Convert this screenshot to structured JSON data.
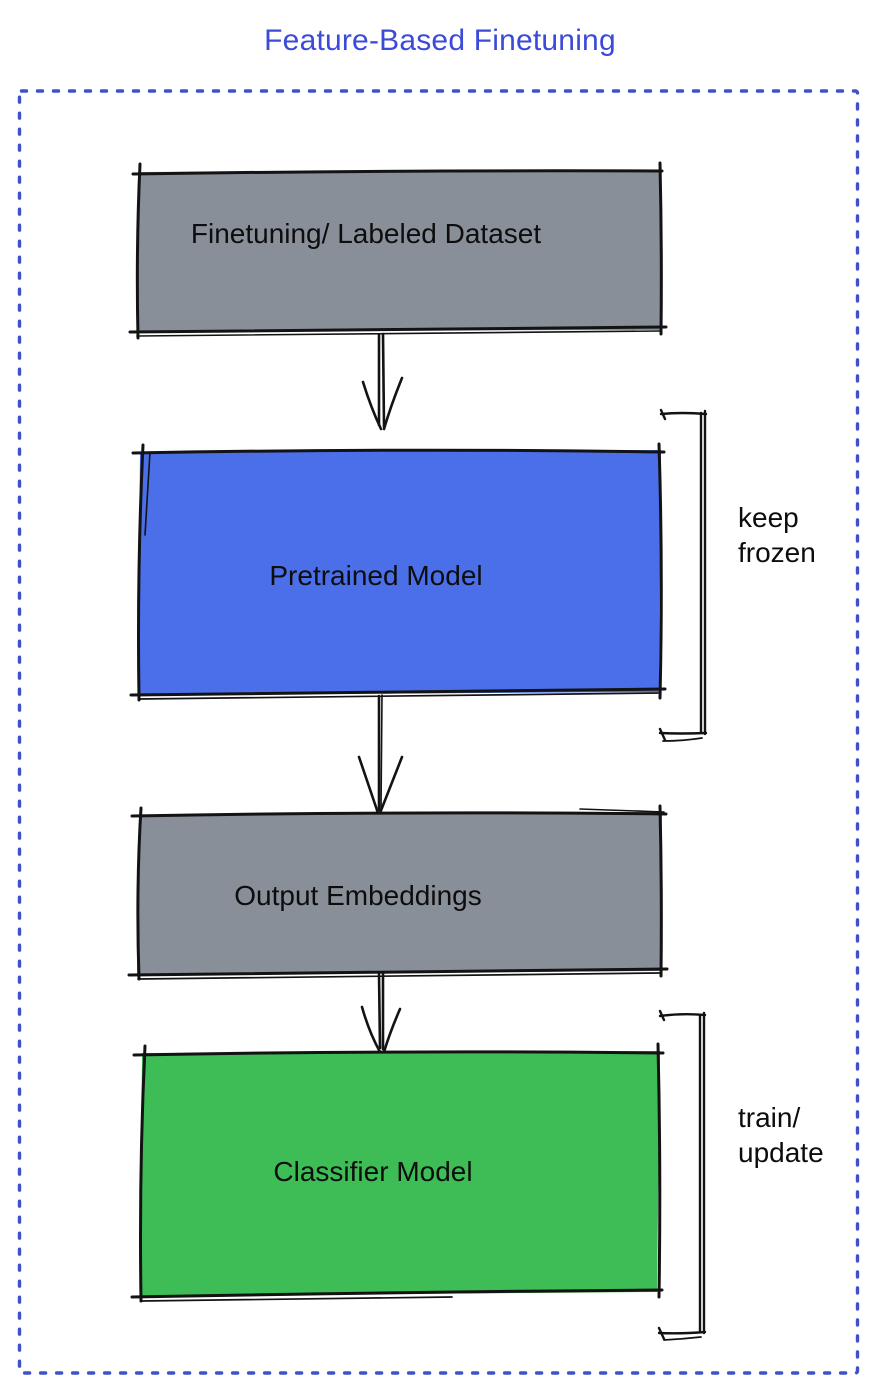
{
  "title": {
    "text": "Feature-Based Finetuning"
  },
  "colors": {
    "title_text": "#3B4AD8",
    "frame_dotted": "#3D52C7",
    "box_gray": "#888F98",
    "box_blue": "#4B6FE8",
    "box_green": "#3EBC56",
    "ink": "#131313"
  },
  "boxes": [
    {
      "label": "Finetuning/ Labeled Dataset"
    },
    {
      "label": "Pretrained Model"
    },
    {
      "label": "Output Embeddings"
    },
    {
      "label": "Classifier Model"
    }
  ],
  "annotations": [
    {
      "text": "keep\nfrozen"
    },
    {
      "text": "train/\nupdate"
    }
  ]
}
